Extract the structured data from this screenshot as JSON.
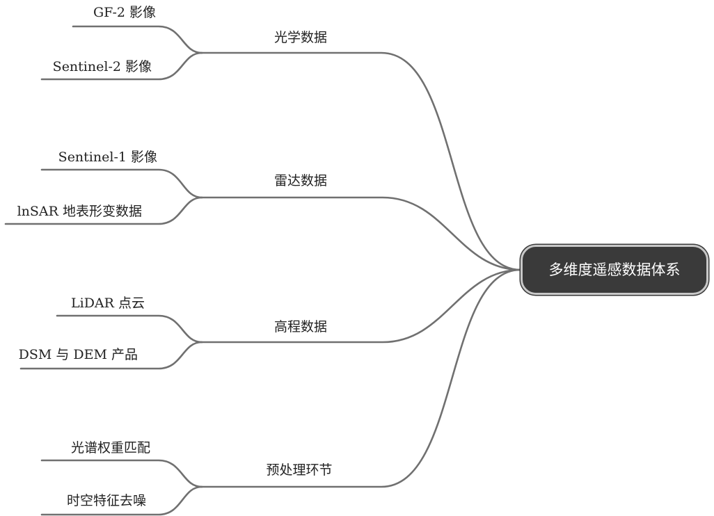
{
  "root": {
    "label": "多维度遥感数据体系"
  },
  "branches": [
    {
      "label": "光学数据",
      "leaves": [
        "GF-2 影像",
        "Sentinel-2 影像"
      ]
    },
    {
      "label": "雷达数据",
      "leaves": [
        "Sentinel-1 影像",
        "lnSAR 地表形变数据"
      ]
    },
    {
      "label": "高程数据",
      "leaves": [
        "LiDAR 点云",
        "DSM 与 DEM 产品"
      ]
    },
    {
      "label": "预处理环节",
      "leaves": [
        "光谱权重匹配",
        "时空特征去噪"
      ]
    }
  ],
  "colors": {
    "line": "#707070",
    "root_fill": "#3a3a3a",
    "root_text": "#ffffff"
  }
}
